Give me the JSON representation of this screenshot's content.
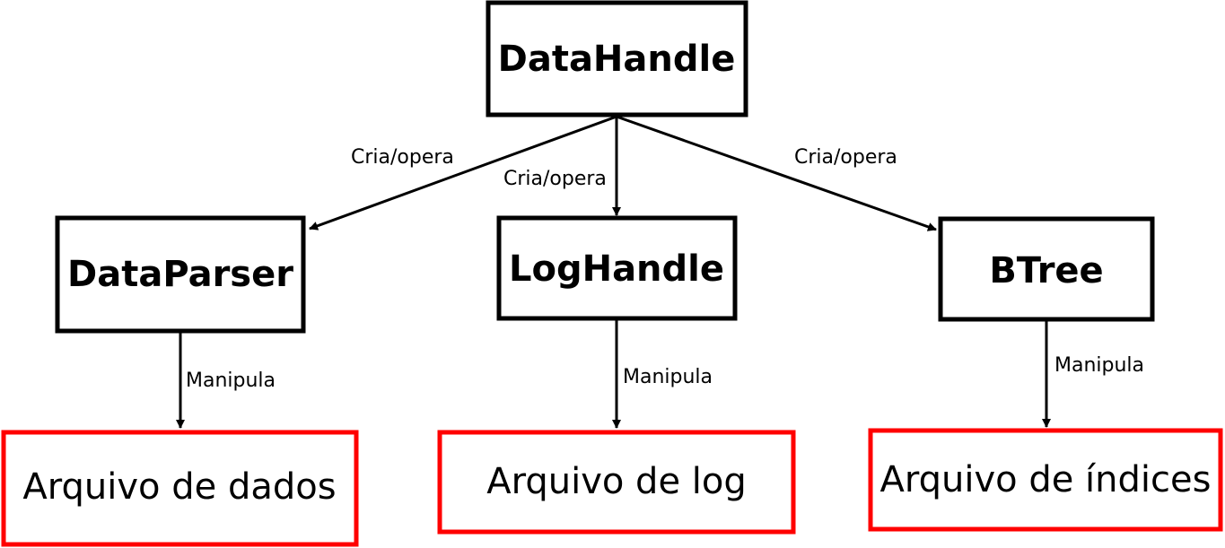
{
  "nodes": {
    "datahandle": "DataHandle",
    "dataparser": "DataParser",
    "loghandle": "LogHandle",
    "btree": "BTree",
    "file_data": "Arquivo de dados",
    "file_log": "Arquivo de log",
    "file_index": "Arquivo de índices"
  },
  "edges": {
    "to_dataparser": "Cria/opera",
    "to_loghandle": "Cria/opera",
    "to_btree": "Cria/opera",
    "dataparser_file": "Manipula",
    "loghandle_file": "Manipula",
    "btree_file": "Manipula"
  },
  "colors": {
    "class_border": "#000000",
    "file_border": "#ff0000"
  }
}
